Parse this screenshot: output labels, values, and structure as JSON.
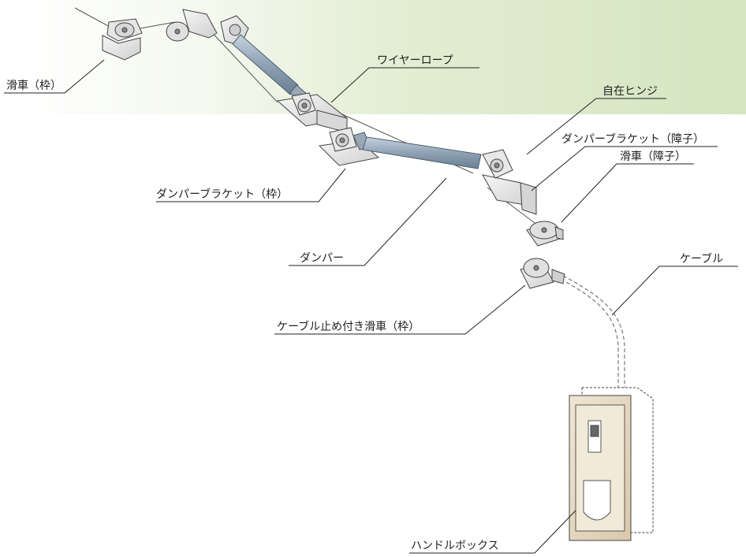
{
  "labels": {
    "pulley_frame": "滑車（枠）",
    "wire_rope": "ワイヤーロープ",
    "swivel_hinge": "自在ヒンジ",
    "damper_bracket_sash": "ダンパーブラケット（障子）",
    "pulley_sash": "滑車（障子）",
    "damper_bracket_frame": "ダンパーブラケット（枠）",
    "damper": "ダンパー",
    "cable": "ケーブル",
    "cable_stop_pulley_frame": "ケーブル止め付き滑車（枠）",
    "handle_box": "ハンドルボックス"
  },
  "colors": {
    "background_band": "#d4e5c0",
    "damper_body": "#8ea2b4",
    "metal": "#e4e4e4",
    "outline": "#444444",
    "handle_plate": "#e3d6bf"
  }
}
